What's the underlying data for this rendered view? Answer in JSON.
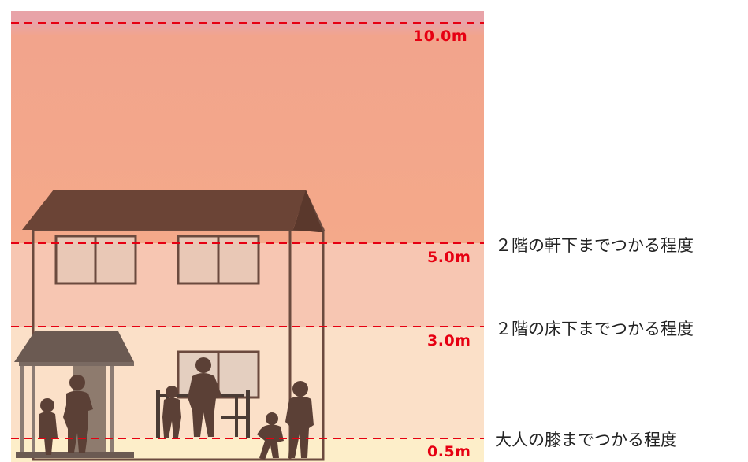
{
  "colors": {
    "zone_top": "#e8a3a8",
    "zone_high": "#f3a78a",
    "zone_mid": "#f7c6b2",
    "zone_low": "#fbe0c8",
    "zone_bottom": "#fdeec9",
    "dash_line": "#e60012",
    "level_text": "#e60012",
    "roof": "#6b4436",
    "house_outline": "#6b4a3e",
    "silhouette": "#5b4036"
  },
  "levels": [
    {
      "id": "level-10",
      "label": "10.0m",
      "description": ""
    },
    {
      "id": "level-5",
      "label": "5.0m",
      "description": "２階の軒下までつかる程度"
    },
    {
      "id": "level-3",
      "label": "3.0m",
      "description": "２階の床下までつかる程度"
    },
    {
      "id": "level-05",
      "label": "0.5m",
      "description": "大人の膝までつかる程度"
    }
  ]
}
